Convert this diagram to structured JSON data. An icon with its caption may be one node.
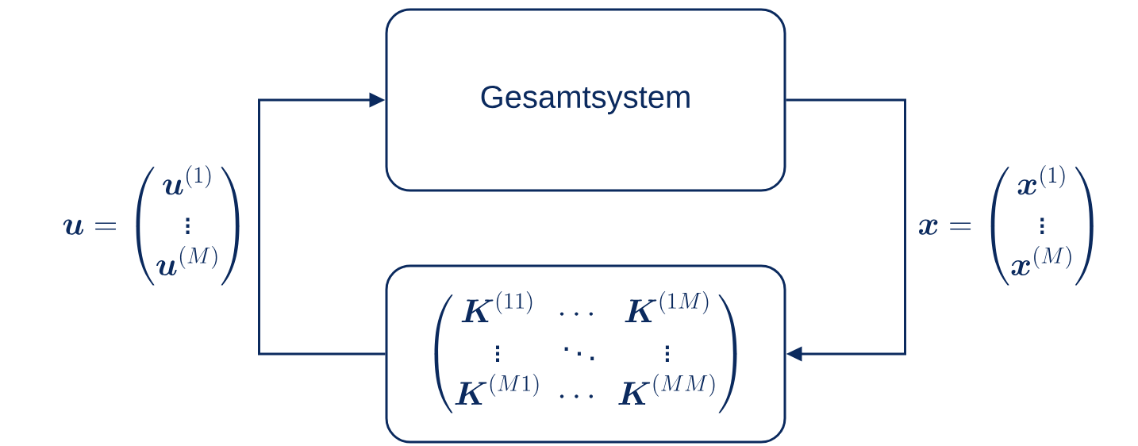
{
  "diagram": {
    "nodes": [
      {
        "text": [
          "Gesamtsystem"
        ]
      },
      {
        "text": [
          "\\begin{pmatrix}\\boldsymbol{K}^{(11)} & \\cdots & \\boldsymbol{K}^{(1M)}\\\\ \\vdots & \\ddots & \\vdots\\\\ \\boldsymbol{K}^{(M1)} & \\cdots & \\boldsymbol{K}^{(MM)}\\end{pmatrix}"
        ]
      }
    ],
    "edges": [
      {
        "from": 0,
        "to": 1,
        "arrow": "to",
        "label": "\\boldsymbol{x}=\\begin{pmatrix}\\boldsymbol{x}^{(1)}\\\\ \\vdots\\\\ \\boldsymbol{x}^{(M)}\\end{pmatrix}"
      },
      {
        "from": 1,
        "to": 0,
        "arrow": "to",
        "label": "\\boldsymbol{u}=\\begin{pmatrix}\\boldsymbol{u}^{(1)}\\\\ \\vdots\\\\ \\boldsymbol{u}^{(M)}\\end{pmatrix}"
      }
    ]
  }
}
